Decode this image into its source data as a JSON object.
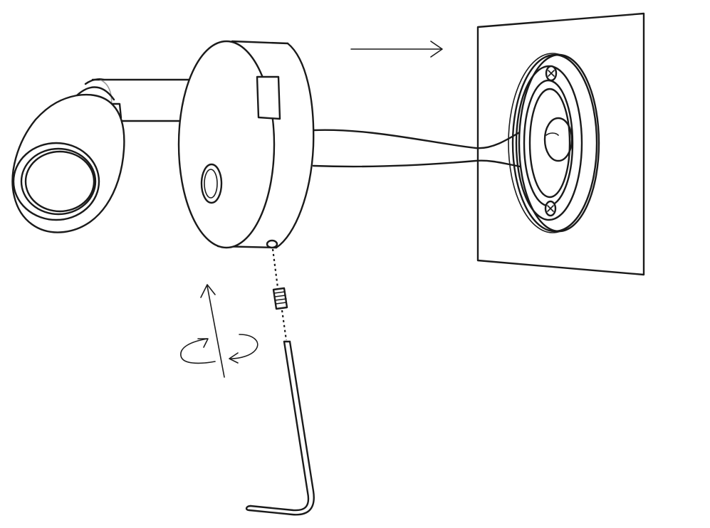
{
  "diagram": {
    "caption": "",
    "parts": {
      "lamp_head": "lamp-head",
      "arm": "arm",
      "round_base": "round-base",
      "wall_plate": "wall-plate",
      "mounting_bracket": "mounting-bracket",
      "wires": "wires",
      "set_screw": "set-screw",
      "hex_key": "hex-key"
    },
    "arrows": {
      "push_direction": "arrow-right",
      "lift_direction": "arrow-up",
      "rotation": "rotate-arrows"
    },
    "colors": {
      "stroke": "#1a1a1a",
      "background": "#ffffff",
      "accent_grey": "#9a9a9a"
    }
  }
}
